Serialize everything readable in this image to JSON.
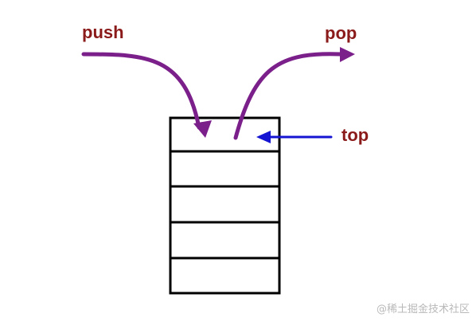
{
  "labels": {
    "push": "push",
    "pop": "pop",
    "top": "top"
  },
  "watermark": "@稀土掘金技术社区",
  "stack": {
    "slot_count": 5
  },
  "colors": {
    "push_arrow": "#7b1f8a",
    "pop_arrow": "#7b1f8a",
    "top_arrow": "#1414d2",
    "label_text": "#8b1a1a",
    "outline": "#000000",
    "watermark": "#b9b9b9"
  }
}
